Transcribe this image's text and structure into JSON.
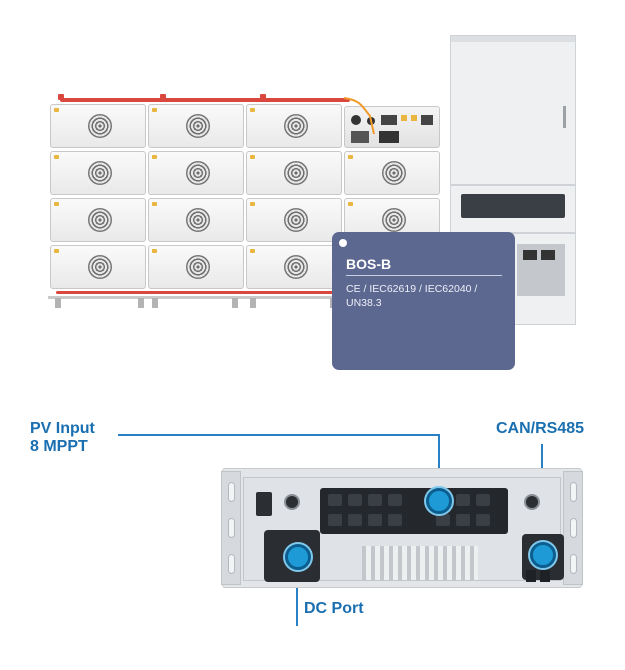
{
  "info_card": {
    "title": "BOS-B",
    "description": "CE / IEC62619 / IEC62040 / UN38.3"
  },
  "callouts": {
    "pv_input_line1": "PV Input",
    "pv_input_line2": "8 MPPT",
    "can_rs485": "CAN/RS485",
    "dc_port": "DC Port"
  },
  "colors": {
    "callout_text": "#1a6fb0",
    "callout_line": "#2a80c4",
    "card_background": "#5d6891",
    "marker": "#1e9bd6"
  }
}
